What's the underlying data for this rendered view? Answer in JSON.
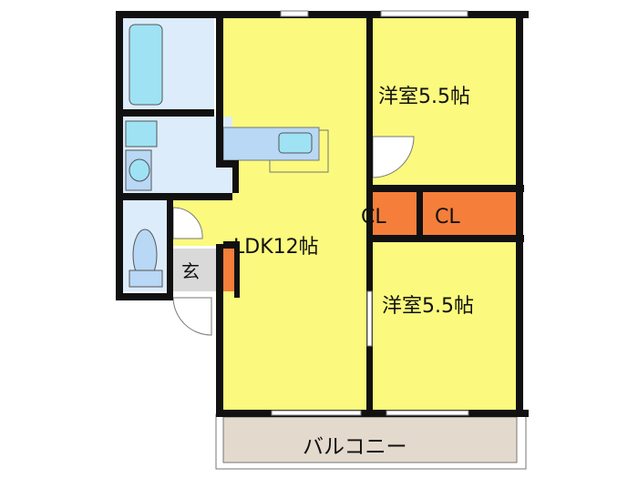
{
  "rooms": {
    "western_room_upper": "洋室5.5帖",
    "western_room_lower": "洋室5.5帖",
    "ldk": "LDK12帖",
    "closet_left": "CL",
    "closet_right": "CL",
    "entrance": "玄",
    "balcony": "バルコニー"
  },
  "colors": {
    "room_fill": "#fbfa7e",
    "closet_fill": "#f57e3a",
    "wet_area_fill": "#dcecfb",
    "fixture_fill": "#9fe2f4",
    "entrance_fill": "#d9d9d9",
    "balcony_fill": "#e3d9cd",
    "wall": "#111111"
  }
}
